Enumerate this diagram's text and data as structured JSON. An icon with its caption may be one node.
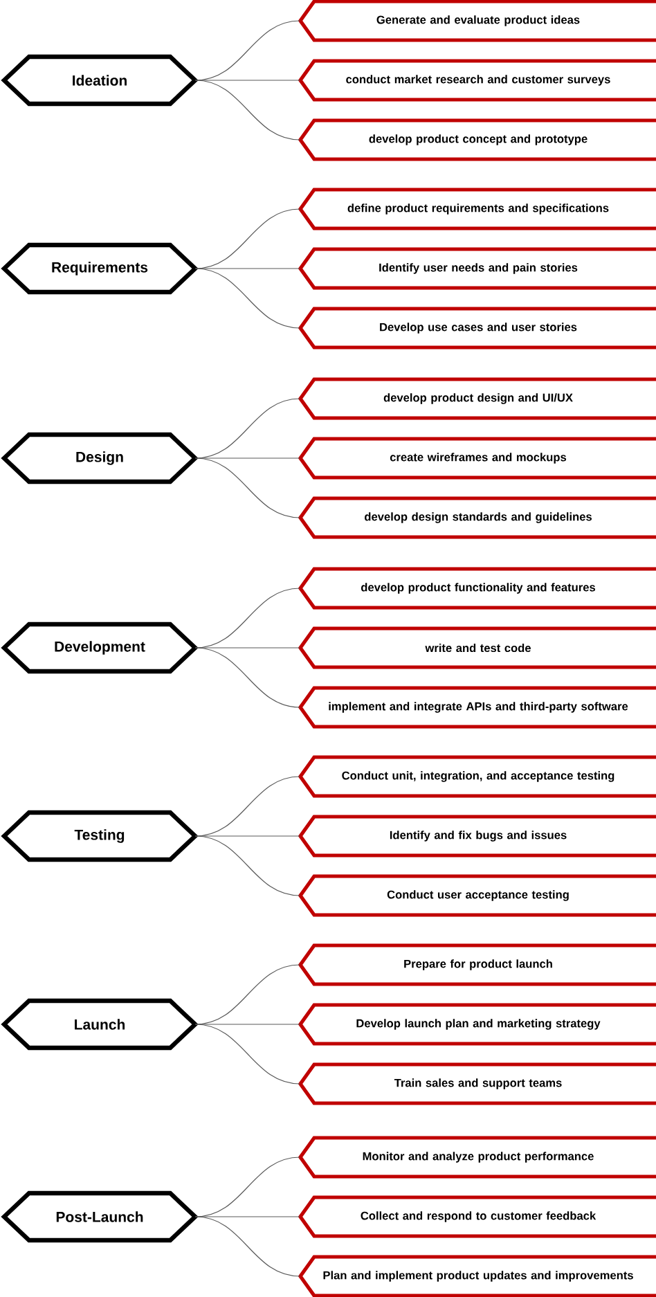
{
  "diagram": {
    "nodes": [
      {
        "text": [
          "Ideation"
        ]
      },
      {
        "text": [
          "Generate and evaluate product ideas"
        ]
      },
      {
        "text": [
          "conduct market research and customer surveys"
        ]
      },
      {
        "text": [
          "develop product concept and prototype"
        ]
      },
      {
        "text": [
          "Requirements"
        ]
      },
      {
        "text": [
          "define product requirements and specifications"
        ]
      },
      {
        "text": [
          "Identify user needs and pain stories"
        ]
      },
      {
        "text": [
          "Develop use cases and user stories"
        ]
      },
      {
        "text": [
          "Design"
        ]
      },
      {
        "text": [
          "develop product design and UI/UX"
        ]
      },
      {
        "text": [
          "create wireframes and mockups"
        ]
      },
      {
        "text": [
          "develop design standards and guidelines"
        ]
      },
      {
        "text": [
          "Development"
        ]
      },
      {
        "text": [
          "develop product functionality and features"
        ]
      },
      {
        "text": [
          "write and test code"
        ]
      },
      {
        "text": [
          "implement and integrate APIs and third-party software"
        ]
      },
      {
        "text": [
          "Testing"
        ]
      },
      {
        "text": [
          "Conduct unit, integration, and acceptance testing"
        ]
      },
      {
        "text": [
          "Identify and fix bugs and issues"
        ]
      },
      {
        "text": [
          "Conduct user acceptance testing"
        ]
      },
      {
        "text": [
          "Launch"
        ]
      },
      {
        "text": [
          "Prepare for product launch"
        ]
      },
      {
        "text": [
          "Develop launch plan and marketing strategy"
        ]
      },
      {
        "text": [
          "Train sales and support teams"
        ]
      },
      {
        "text": [
          "Post-Launch"
        ]
      },
      {
        "text": [
          "Monitor and analyze product performance"
        ]
      },
      {
        "text": [
          "Collect and respond to customer feedback"
        ]
      },
      {
        "text": [
          "Plan and implement product updates and improvements"
        ]
      }
    ],
    "edges": [
      {
        "from": 0,
        "to": 1,
        "arrow": "none"
      },
      {
        "from": 0,
        "to": 2,
        "arrow": "none"
      },
      {
        "from": 0,
        "to": 3,
        "arrow": "none"
      },
      {
        "from": 4,
        "to": 5,
        "arrow": "none"
      },
      {
        "from": 4,
        "to": 6,
        "arrow": "none"
      },
      {
        "from": 4,
        "to": 7,
        "arrow": "none"
      },
      {
        "from": 8,
        "to": 9,
        "arrow": "none"
      },
      {
        "from": 8,
        "to": 10,
        "arrow": "none"
      },
      {
        "from": 8,
        "to": 11,
        "arrow": "none"
      },
      {
        "from": 12,
        "to": 13,
        "arrow": "none"
      },
      {
        "from": 12,
        "to": 14,
        "arrow": "none"
      },
      {
        "from": 12,
        "to": 15,
        "arrow": "none"
      },
      {
        "from": 16,
        "to": 17,
        "arrow": "none"
      },
      {
        "from": 16,
        "to": 18,
        "arrow": "none"
      },
      {
        "from": 16,
        "to": 19,
        "arrow": "none"
      },
      {
        "from": 20,
        "to": 21,
        "arrow": "none"
      },
      {
        "from": 20,
        "to": 22,
        "arrow": "none"
      },
      {
        "from": 20,
        "to": 23,
        "arrow": "none"
      },
      {
        "from": 24,
        "to": 25,
        "arrow": "none"
      },
      {
        "from": 24,
        "to": 26,
        "arrow": "none"
      },
      {
        "from": 24,
        "to": 27,
        "arrow": "none"
      }
    ]
  }
}
